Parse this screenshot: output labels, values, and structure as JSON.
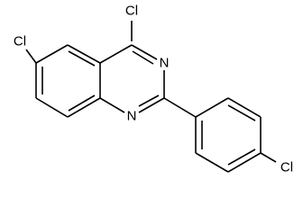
{
  "molecule": {
    "atoms": {
      "cl_top": "Cl",
      "cl_left": "Cl",
      "cl_right": "Cl",
      "n_upper": "N",
      "n_lower": "N"
    },
    "colors": {
      "bond": "#000000",
      "label": "#000000",
      "background": "#ffffff"
    }
  }
}
